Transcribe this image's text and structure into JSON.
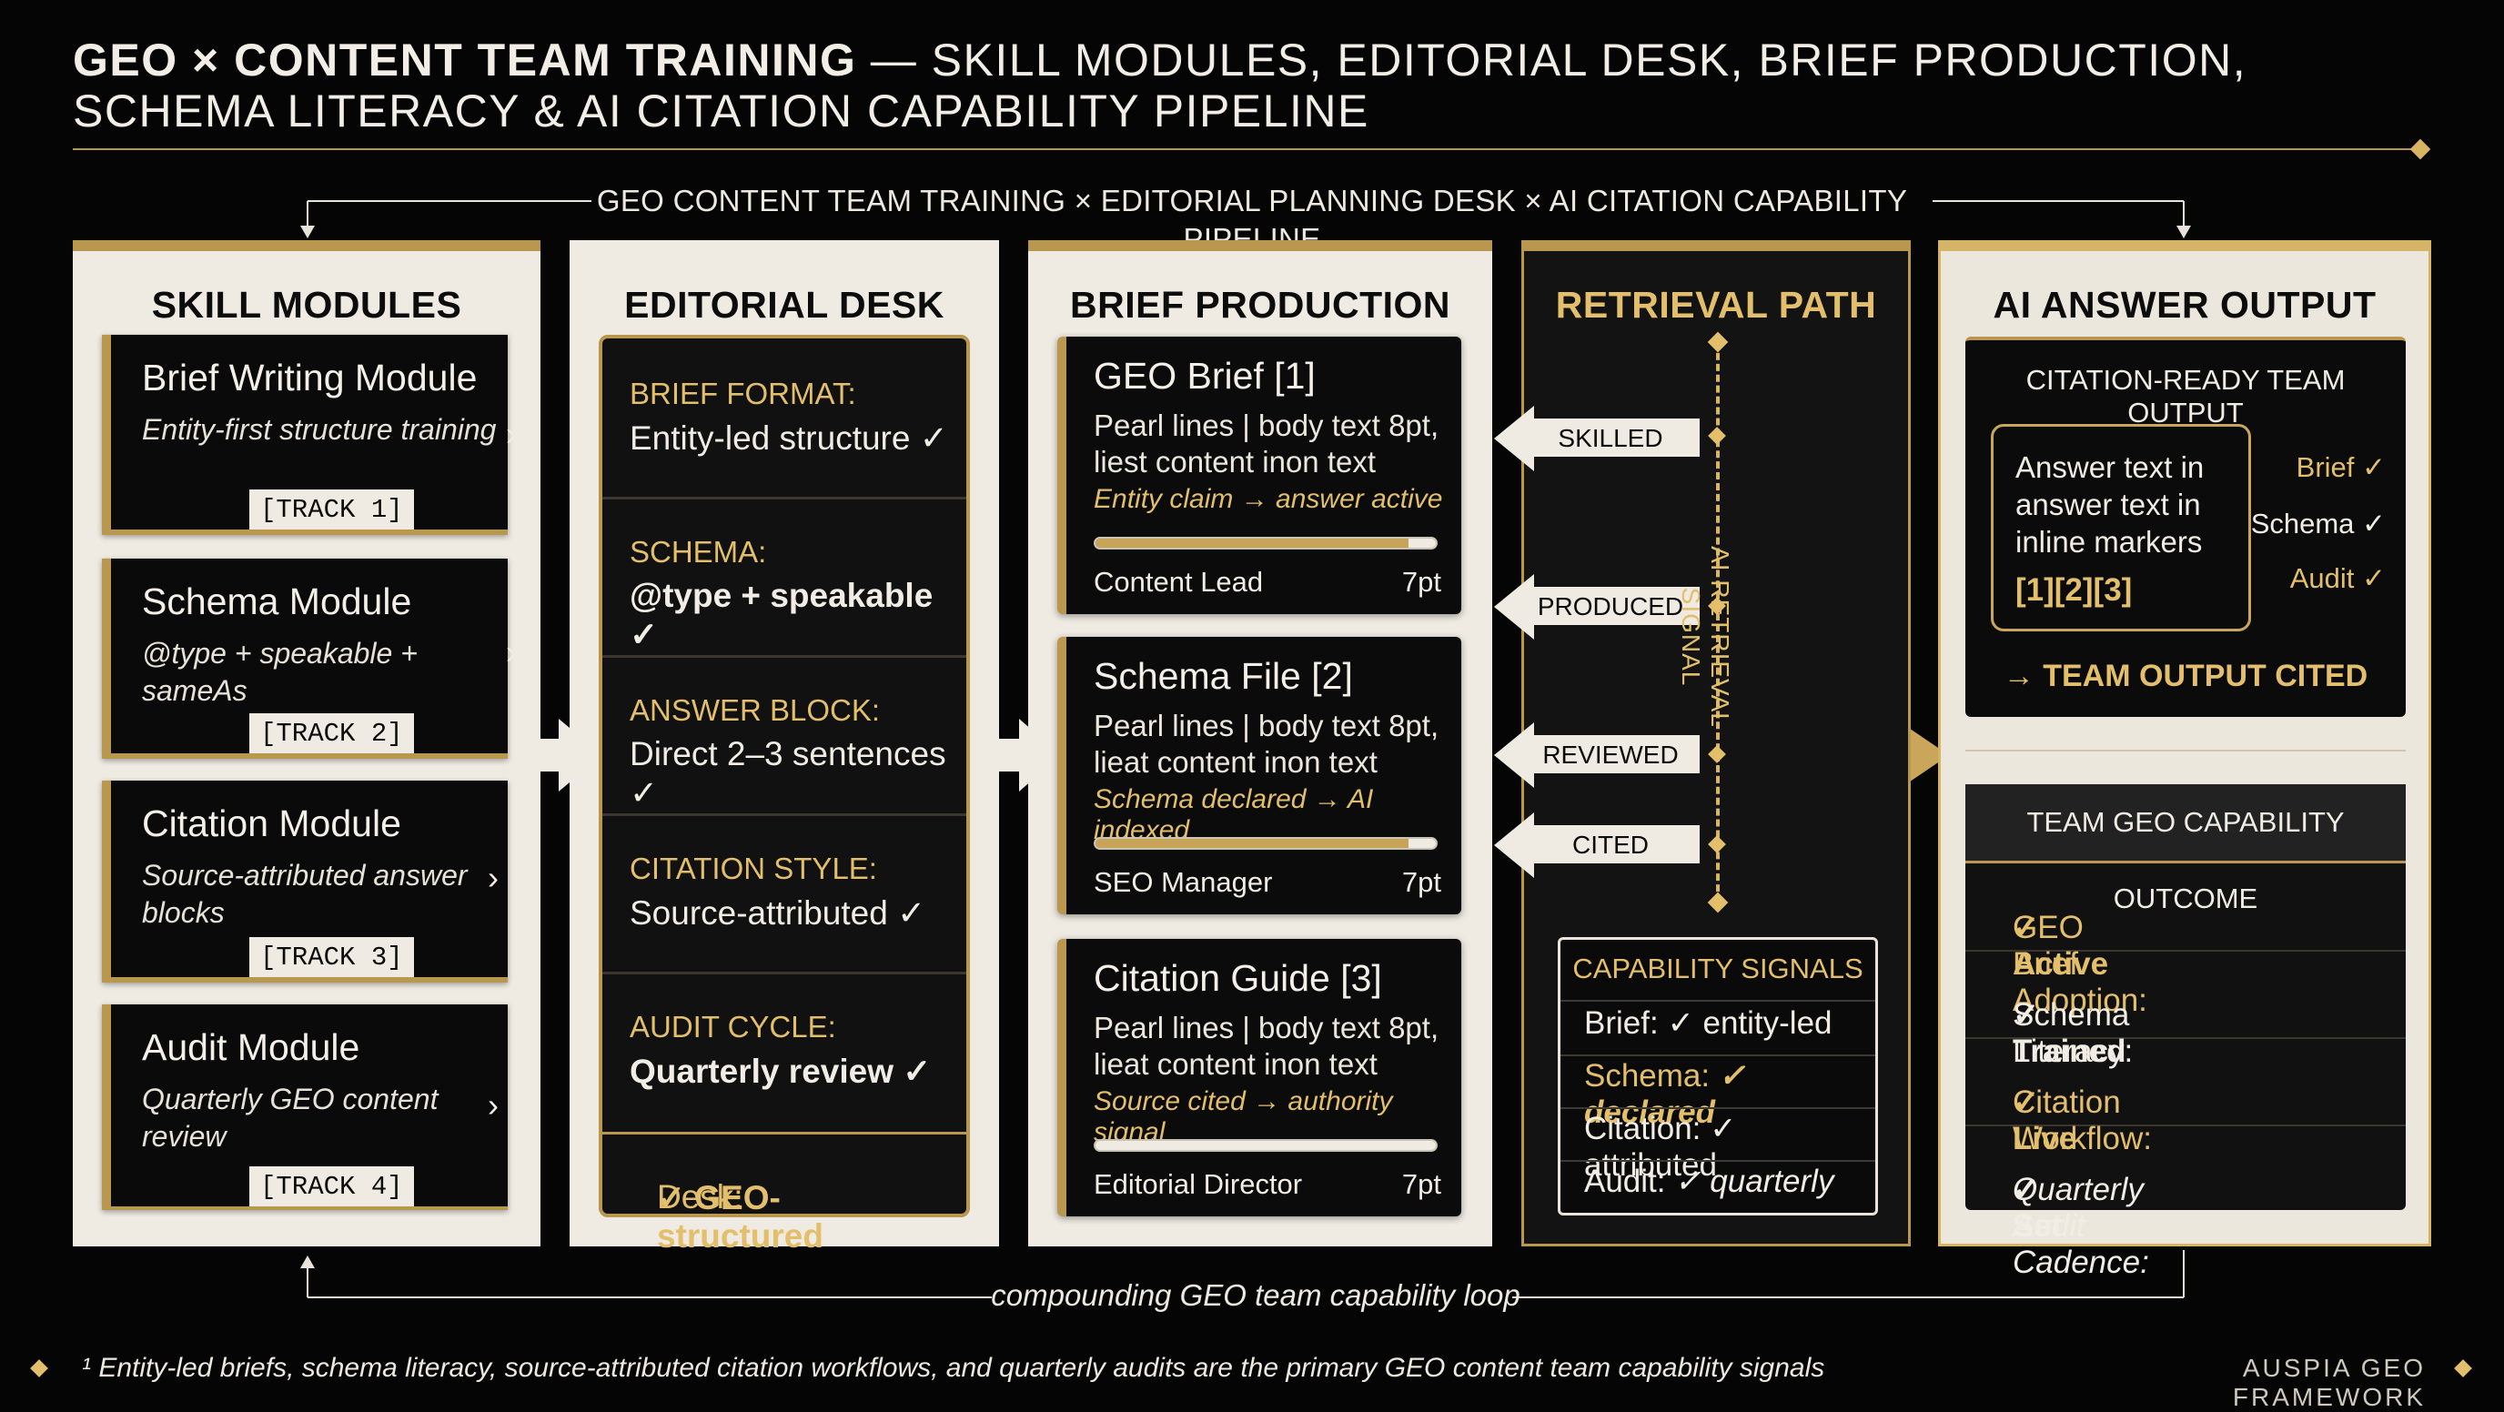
{
  "title": {
    "bold": "GEO × CONTENT TEAM TRAINING",
    "rest": " — SKILL MODULES, EDITORIAL DESK, BRIEF PRODUCTION,",
    "line2": "SCHEMA LITERACY & AI CITATION CAPABILITY PIPELINE"
  },
  "banner": "GEO CONTENT TEAM TRAINING × EDITORIAL PLANNING DESK × AI CITATION CAPABILITY PIPELINE",
  "columns": {
    "skill": "SKILL MODULES",
    "desk": "EDITORIAL DESK",
    "brief": "BRIEF PRODUCTION",
    "retrieval": "RETRIEVAL PATH",
    "output": "AI ANSWER OUTPUT"
  },
  "skills": [
    {
      "name": "Brief Writing Module",
      "desc": "Entity-first structure training",
      "track": "[TRACK 1]"
    },
    {
      "name": "Schema Module",
      "desc": "@type + speakable + sameAs",
      "track": "[TRACK 2]"
    },
    {
      "name": "Citation Module",
      "desc": "Source-attributed answer blocks",
      "track": "[TRACK 3]"
    },
    {
      "name": "Audit Module",
      "desc": "Quarterly GEO content review",
      "track": "[TRACK 4]"
    }
  ],
  "desk": {
    "rows": [
      {
        "label": "BRIEF FORMAT:",
        "value": "Entity-led structure ✓"
      },
      {
        "label": "SCHEMA:",
        "value": "@type + speakable ✓"
      },
      {
        "label": "ANSWER BLOCK:",
        "value": "Direct 2–3 sentences ✓"
      },
      {
        "label": "CITATION STYLE:",
        "value": "Source-attributed ✓"
      },
      {
        "label": "AUDIT CYCLE:",
        "value": "Quarterly review ✓"
      }
    ],
    "footer_label": "Desk:",
    "footer_value": "✓ GEO-structured"
  },
  "briefs": [
    {
      "name": "GEO Brief [1]",
      "body": "Pearl lines | body text 8pt, liest content inon text",
      "claim": "Entity claim → answer active",
      "progress": 0.92,
      "role": "Content Lead",
      "pt": "7pt"
    },
    {
      "name": "Schema File [2]",
      "body": "Pearl lines | body text 8pt, lieat content inon text",
      "claim": "Schema declared → AI indexed",
      "progress": 0.92,
      "role": "SEO Manager",
      "pt": "7pt"
    },
    {
      "name": "Citation Guide [3]",
      "body": "Pearl lines | body text 8pt, lieat content inon text",
      "claim": "Source cited → authority signal",
      "progress": 0.0,
      "role": "Editorial Director",
      "pt": "7pt"
    }
  ],
  "retrieval": {
    "labels": [
      "SKILLED",
      "PRODUCED",
      "REVIEWED",
      "CITED"
    ],
    "signal": "AI RETRIEVAL SIGNAL"
  },
  "capability_signals": {
    "title": "CAPABILITY SIGNALS",
    "rows": [
      {
        "label": "Brief:",
        "value": "✓ entity-led"
      },
      {
        "label": "Schema:",
        "value": "✓ declared"
      },
      {
        "label": "Citation:",
        "value": "✓ attributed"
      },
      {
        "label": "Audit:",
        "value": "✓ quarterly"
      }
    ]
  },
  "citation_output": {
    "title": "CITATION-READY TEAM OUTPUT",
    "answer_text": "Answer text in answer text in inline markers",
    "markers": "[1][2][3]",
    "checks": [
      "Brief ✓",
      "Schema ✓",
      "Audit ✓"
    ],
    "cited": "→ TEAM OUTPUT CITED"
  },
  "outcome": {
    "title": "TEAM GEO CAPABILITY OUTCOME",
    "rows": [
      {
        "label": "GEO Brief Adoption:",
        "value": "✓ Active"
      },
      {
        "label": "Schema Literacy:",
        "value": "✓ Trained"
      },
      {
        "label": "Citation Workflow:",
        "value": "✓ Live"
      },
      {
        "label": "Quarterly Audit Cadence:",
        "value": "✓ Set"
      }
    ]
  },
  "loop": "compounding GEO team capability loop",
  "footnote": "¹ Entity-led briefs, schema literacy, source-attributed citation workflows, and quarterly audits are the primary GEO content team capability signals",
  "brand": "AUSPIA GEO FRAMEWORK",
  "colors": {
    "gold": "#b9974e",
    "gold_text": "#e3bf6c",
    "cream": "#efebe3",
    "background": "#050505"
  }
}
